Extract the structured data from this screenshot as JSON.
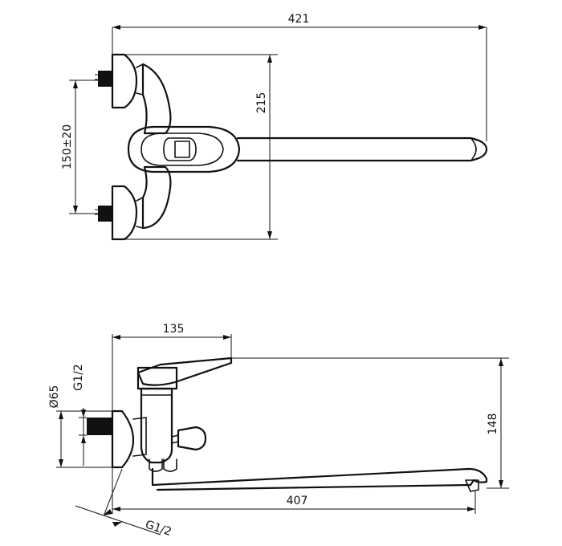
{
  "dimensions": {
    "overall_width": "421",
    "height_top_view": "215",
    "inlet_spacing": "150±20",
    "body_depth": "135",
    "flange_diameter": "Ø65",
    "inlet_thread": "G1/2",
    "spout_height": "148",
    "spout_length": "407",
    "outlet_thread": "G1/2"
  }
}
